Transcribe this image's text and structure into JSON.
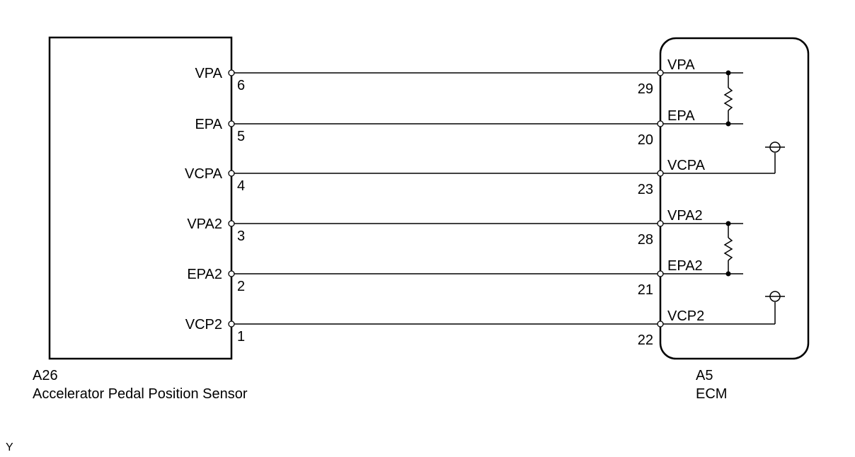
{
  "sensor": {
    "connector": "A26",
    "name": "Accelerator Pedal Position Sensor"
  },
  "ecm": {
    "connector": "A5",
    "name": "ECM"
  },
  "wires": [
    {
      "sensor_terminal": "VPA",
      "sensor_pin": "6",
      "ecm_pin": "29",
      "ecm_terminal": "VPA"
    },
    {
      "sensor_terminal": "EPA",
      "sensor_pin": "5",
      "ecm_pin": "20",
      "ecm_terminal": "EPA"
    },
    {
      "sensor_terminal": "VCPA",
      "sensor_pin": "4",
      "ecm_pin": "23",
      "ecm_terminal": "VCPA"
    },
    {
      "sensor_terminal": "VPA2",
      "sensor_pin": "3",
      "ecm_pin": "28",
      "ecm_terminal": "VPA2"
    },
    {
      "sensor_terminal": "EPA2",
      "sensor_pin": "2",
      "ecm_pin": "21",
      "ecm_terminal": "EPA2"
    },
    {
      "sensor_terminal": "VCP2",
      "sensor_pin": "1",
      "ecm_pin": "22",
      "ecm_terminal": "VCP2"
    }
  ],
  "corner_mark": "Y",
  "colors": {
    "line": "#000000",
    "wire": "#000000",
    "background": "#ffffff"
  }
}
